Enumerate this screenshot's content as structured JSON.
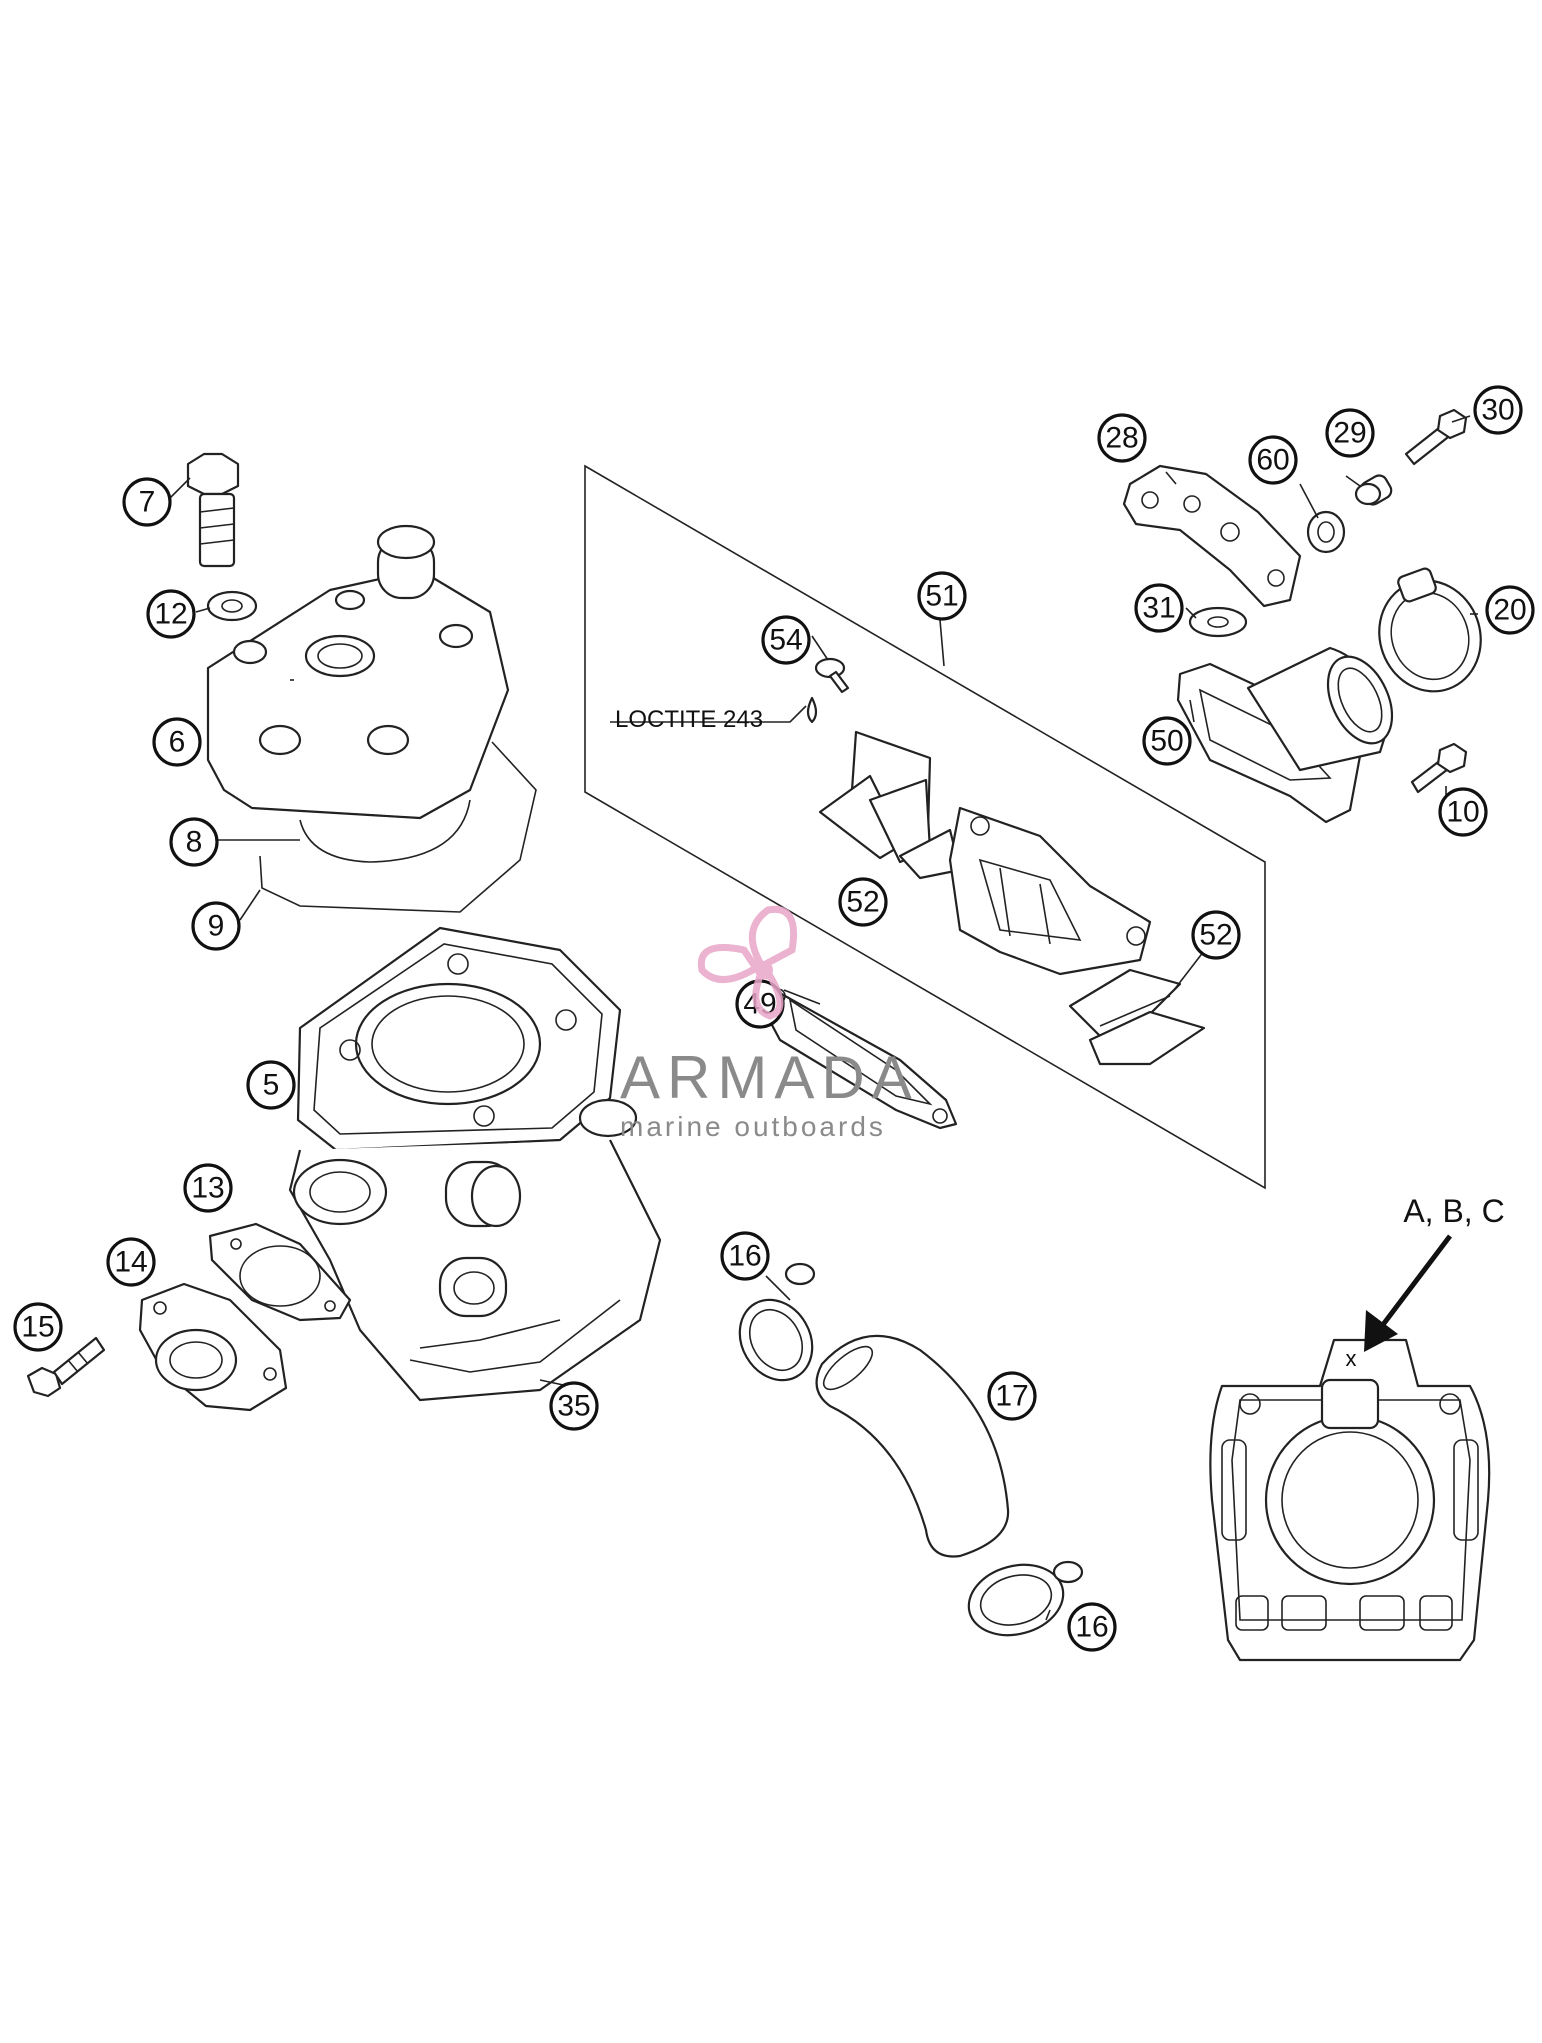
{
  "diagram": {
    "callouts": [
      "7",
      "12",
      "6",
      "8",
      "9",
      "5",
      "13",
      "14",
      "15",
      "35",
      "16",
      "17",
      "16",
      "51",
      "54",
      "52",
      "52",
      "49",
      "28",
      "60",
      "29",
      "30",
      "31",
      "20",
      "50",
      "10"
    ],
    "loctite_note": "LOCTITE 243",
    "marker_label": "A, B, C",
    "marker_symbol": "x"
  },
  "watermark": {
    "brand": "ARMADA",
    "tagline": "marine outboards",
    "logo_color": "#e8a6c8"
  }
}
